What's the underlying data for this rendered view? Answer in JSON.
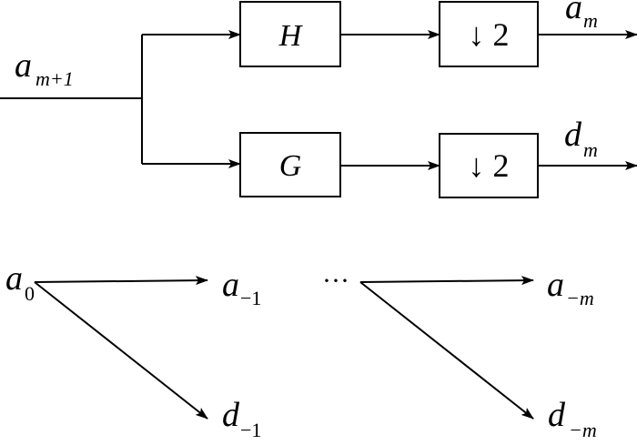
{
  "colors": {
    "ink": "#000000",
    "background": "#ffffff"
  },
  "filter_bank": {
    "input": {
      "base": "a",
      "sub": "m+1"
    },
    "blocks": {
      "h_filter": "H",
      "g_filter": "G",
      "down_top": "↓ 2",
      "down_bottom": "↓ 2"
    },
    "outputs": {
      "top": {
        "base": "a",
        "sub": "m"
      },
      "bottom": {
        "base": "d",
        "sub": "m"
      }
    }
  },
  "decomposition_tree": {
    "root": {
      "base": "a",
      "sub": "0"
    },
    "level1_approx": {
      "base": "a",
      "sub": "−1"
    },
    "level1_detail": {
      "base": "d",
      "sub": "−1"
    },
    "ellipsis": "···",
    "levelm_approx": {
      "base": "a",
      "sub": "−m"
    },
    "levelm_detail": {
      "base": "d",
      "sub": "−m"
    }
  }
}
